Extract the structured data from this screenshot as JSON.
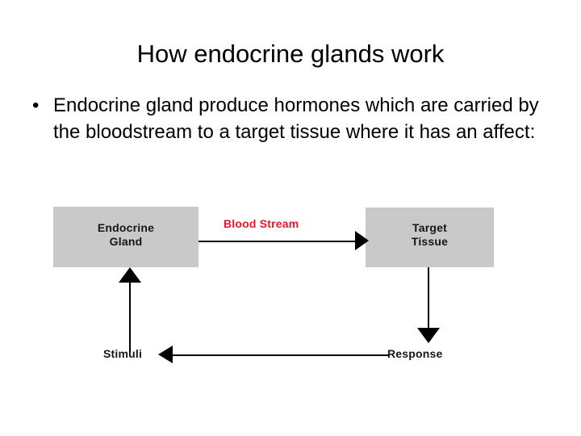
{
  "slide": {
    "title": "How endocrine glands work",
    "bullets": [
      {
        "marker": "•",
        "text": "Endocrine gland produce hormones which are carried by the bloodstream to a target tissue where it has an affect:"
      }
    ]
  },
  "diagram": {
    "type": "flow",
    "boxes": [
      {
        "id": "endocrine-gland",
        "label": "Endocrine\nGland",
        "line1": "Endocrine",
        "line2": "Gland",
        "fill": "#c9c9c9"
      },
      {
        "id": "target-tissue",
        "label": "Target\nTissue",
        "line1": "Target",
        "line2": "Tissue",
        "fill": "#c9c9c9"
      }
    ],
    "labels": {
      "blood_stream": "Blood Stream",
      "stimuli": "Stimuli",
      "response": "Response"
    },
    "colors": {
      "blood_stream": "#e8152a",
      "box_fill": "#c9c9c9",
      "line": "#000000",
      "text": "#161616"
    },
    "connectors": [
      {
        "from": "endocrine-gland",
        "to": "target-tissue",
        "label": "Blood Stream",
        "direction": "right"
      },
      {
        "from": "target-tissue",
        "to": "response",
        "label": "",
        "direction": "down"
      },
      {
        "from": "response",
        "to": "stimuli",
        "label": "",
        "direction": "left"
      },
      {
        "from": "stimuli",
        "to": "endocrine-gland",
        "label": "",
        "direction": "up"
      }
    ]
  }
}
